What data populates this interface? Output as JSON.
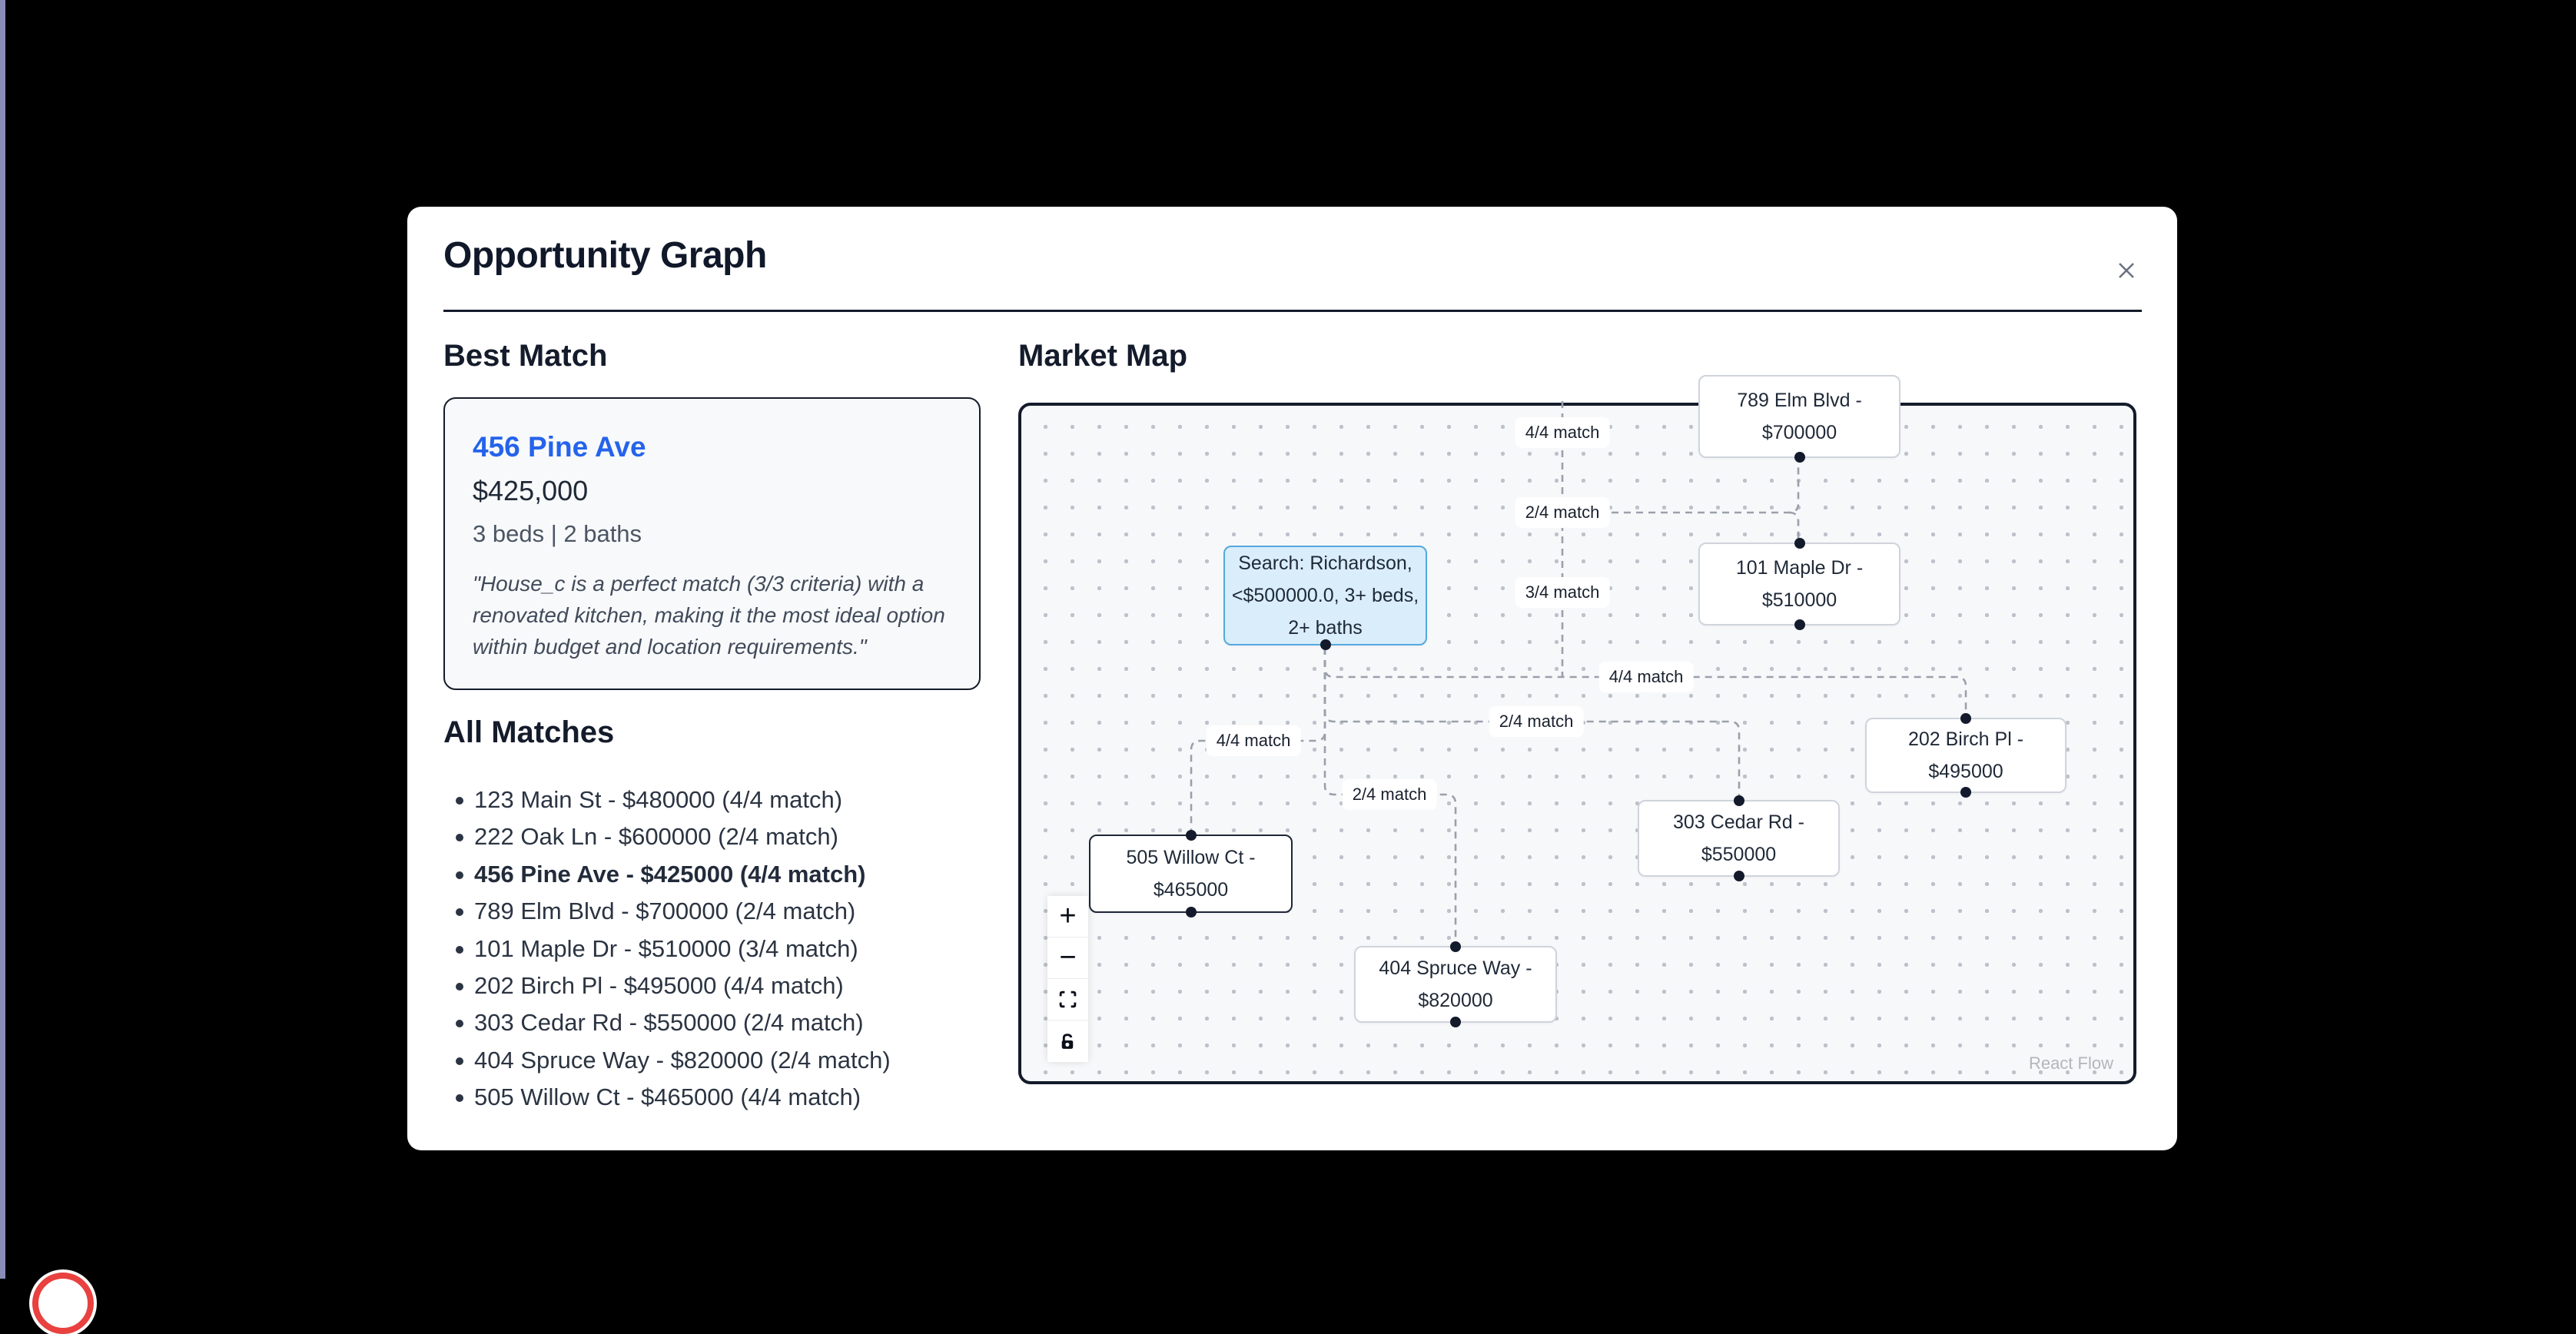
{
  "page": {
    "background": "#000000",
    "left_stripe_color": "#8a8cb8",
    "record_indicator_color": "#e8413f"
  },
  "modal": {
    "title": "Opportunity Graph",
    "accent_color": "#2563eb",
    "best_match": {
      "heading": "Best Match",
      "address": "456 Pine Ave",
      "price": "$425,000",
      "specs": "3 beds | 2 baths",
      "quote": "\"House_c is a perfect match (3/3 criteria) with a renovated kitchen, making it the most ideal option within budget and location requirements.\""
    },
    "all_matches": {
      "heading": "All Matches",
      "highlight_index": 2,
      "items": [
        "123 Main St - $480000 (4/4 match)",
        "222 Oak Ln - $600000 (2/4 match)",
        "456 Pine Ave - $425000 (4/4 match)",
        "789 Elm Blvd - $700000 (2/4 match)",
        "101 Maple Dr - $510000 (3/4 match)",
        "202 Birch Pl - $495000 (4/4 match)",
        "303 Cedar Rd - $550000 (2/4 match)",
        "404 Spruce Way - $820000 (2/4 match)",
        "505 Willow Ct - $465000 (4/4 match)"
      ]
    },
    "market_map": {
      "heading": "Market Map",
      "attribution": "React Flow",
      "nodes": [
        {
          "id": "elm",
          "label": "789 Elm Blvd -\n$700000"
        },
        {
          "id": "maple",
          "label": "101 Maple Dr -\n$510000"
        },
        {
          "id": "search",
          "label": "Search: Richardson,\n<$500000.0, 3+ beds,\n2+ baths"
        },
        {
          "id": "birch",
          "label": "202 Birch Pl -\n$495000"
        },
        {
          "id": "cedar",
          "label": "303 Cedar Rd -\n$550000"
        },
        {
          "id": "willow",
          "label": "505 Willow Ct -\n$465000"
        },
        {
          "id": "spruce",
          "label": "404 Spruce Way -\n$820000"
        }
      ],
      "edge_labels": [
        "4/4 match",
        "2/4 match",
        "3/4 match",
        "4/4 match",
        "2/4 match",
        "4/4 match",
        "2/4 match"
      ],
      "controls": {
        "zoom_in": "+",
        "zoom_out": "−"
      }
    }
  }
}
